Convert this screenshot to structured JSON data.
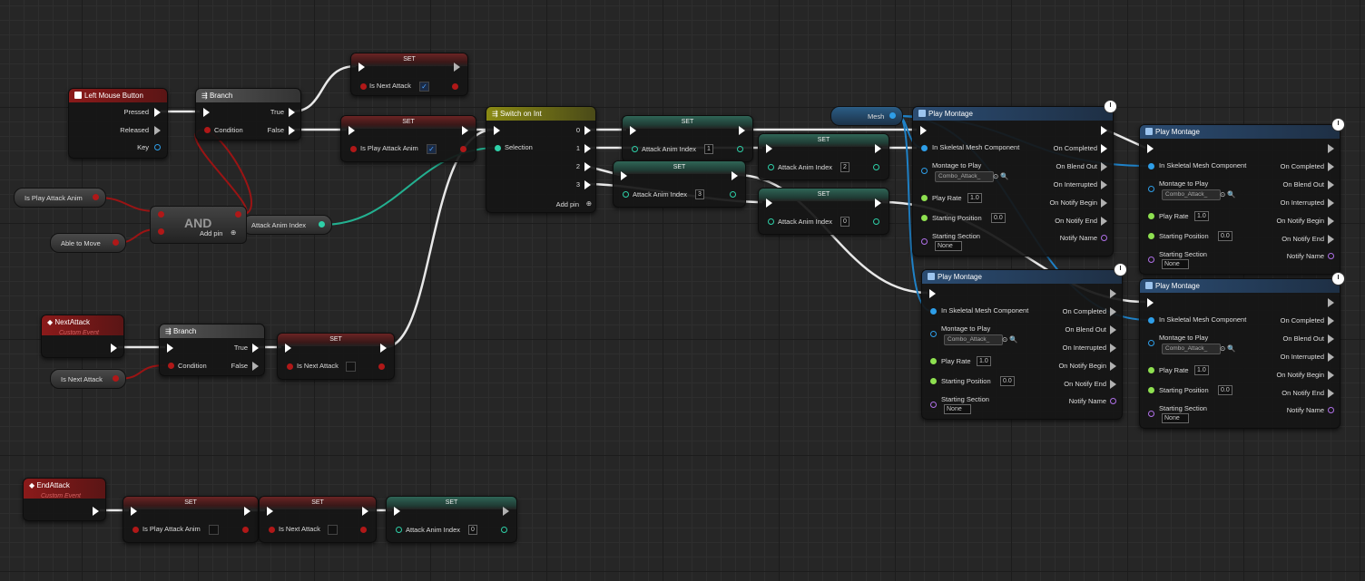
{
  "nodes": {
    "left_mouse": {
      "title": "Left Mouse Button",
      "pressed": "Pressed",
      "released": "Released",
      "key": "Key"
    },
    "branch1": {
      "title": "Branch",
      "condition": "Condition",
      "true_l": "True",
      "false_l": "False"
    },
    "set_next_attack_true": {
      "title": "SET",
      "label": "Is Next Attack",
      "check": "✓"
    },
    "set_is_play_attack": {
      "title": "SET",
      "label": "Is Play Attack Anim",
      "check": "✓"
    },
    "switch_int": {
      "title": "Switch on Int",
      "selection": "Selection",
      "out0": "0",
      "out1": "1",
      "out2": "2",
      "out3": "3",
      "add_pin": "Add pin"
    },
    "set_idx1": {
      "title": "SET",
      "label": "Attack Anim Index",
      "value": "1"
    },
    "set_idx2": {
      "title": "SET",
      "label": "Attack Anim Index",
      "value": "2"
    },
    "set_idx3": {
      "title": "SET",
      "label": "Attack Anim Index",
      "value": "3"
    },
    "set_idx0": {
      "title": "SET",
      "label": "Attack Anim Index",
      "value": "0"
    },
    "and_node": {
      "title": "AND",
      "add_pin": "Add pin"
    },
    "var_is_play": {
      "label": "Is Play Attack Anim"
    },
    "var_able_move": {
      "label": "Able to Move"
    },
    "var_attack_idx": {
      "label": "Attack Anim Index"
    },
    "var_mesh": {
      "label": "Mesh"
    },
    "next_attack_event": {
      "title": "NextAttack",
      "subtitle": "Custom Event"
    },
    "var_is_next": {
      "label": "Is Next Attack"
    },
    "branch2": {
      "title": "Branch",
      "condition": "Condition",
      "true_l": "True",
      "false_l": "False"
    },
    "set_next_attack_false": {
      "title": "SET",
      "label": "Is Next Attack"
    },
    "end_attack_event": {
      "title": "EndAttack",
      "subtitle": "Custom Event"
    },
    "end_set_play": {
      "title": "SET",
      "label": "Is Play Attack Anim"
    },
    "end_set_next": {
      "title": "SET",
      "label": "Is Next Attack"
    },
    "end_set_idx": {
      "title": "SET",
      "label": "Attack Anim Index",
      "value": "0"
    }
  },
  "montage": {
    "title": "Play Montage",
    "in_mesh": "In Skeletal Mesh Component",
    "montage_to_play": "Montage to Play",
    "combo": "Combo_Attack_",
    "play_rate": "Play Rate",
    "play_rate_val": "1.0",
    "start_pos": "Starting Position",
    "start_pos_val": "0.0",
    "start_section": "Starting Section",
    "start_section_val": "None",
    "on_completed": "On Completed",
    "on_blend_out": "On Blend Out",
    "on_interrupted": "On Interrupted",
    "on_notify_begin": "On Notify Begin",
    "on_notify_end": "On Notify End",
    "notify_name": "Notify Name"
  },
  "colors": {
    "exec": "#ffffff",
    "bool": "#b01818",
    "int": "#2ed0a8",
    "object": "#2e9ee8",
    "name": "#b070e8"
  }
}
